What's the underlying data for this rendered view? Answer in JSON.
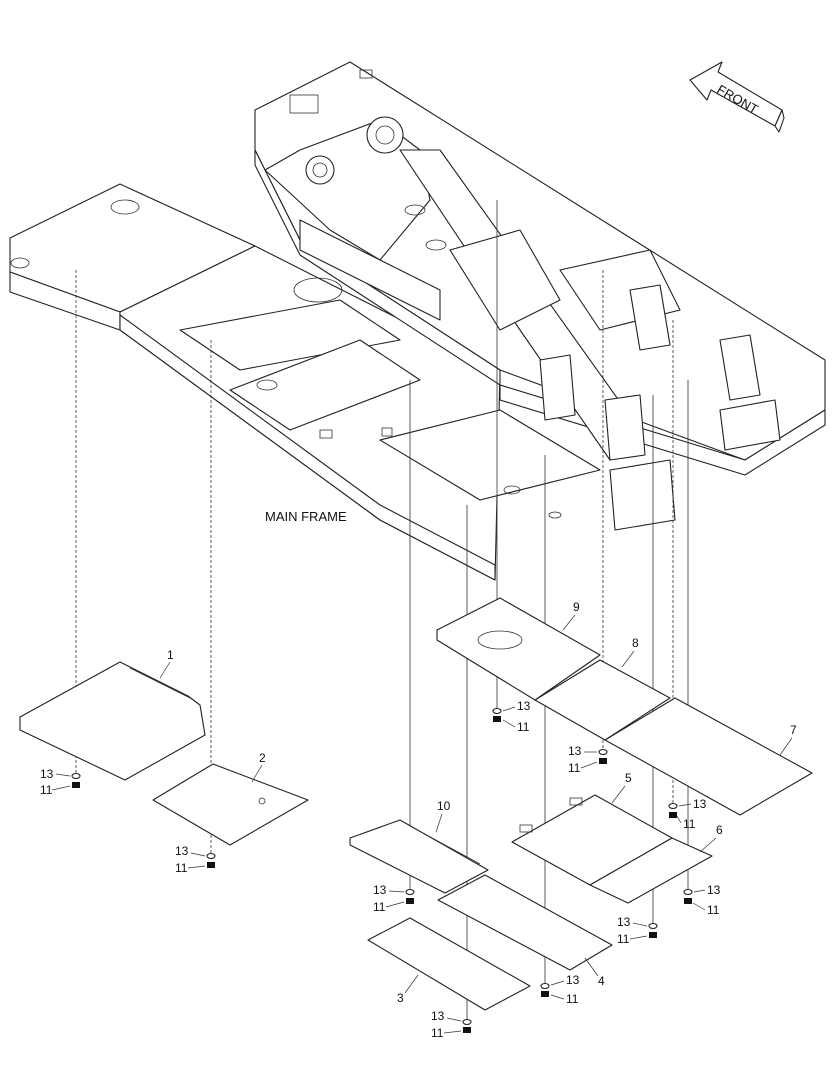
{
  "diagram": {
    "frame_label": "MAIN FRAME",
    "front_label": "FRONT",
    "parts": [
      {
        "id": "p1",
        "num": "1"
      },
      {
        "id": "p2",
        "num": "2"
      },
      {
        "id": "p3",
        "num": "3"
      },
      {
        "id": "p4",
        "num": "4"
      },
      {
        "id": "p5",
        "num": "5"
      },
      {
        "id": "p6",
        "num": "6"
      },
      {
        "id": "p7",
        "num": "7"
      },
      {
        "id": "p8",
        "num": "8"
      },
      {
        "id": "p9",
        "num": "9"
      },
      {
        "id": "p10",
        "num": "10"
      }
    ],
    "washer_label": "13",
    "bolt_label": "11"
  }
}
